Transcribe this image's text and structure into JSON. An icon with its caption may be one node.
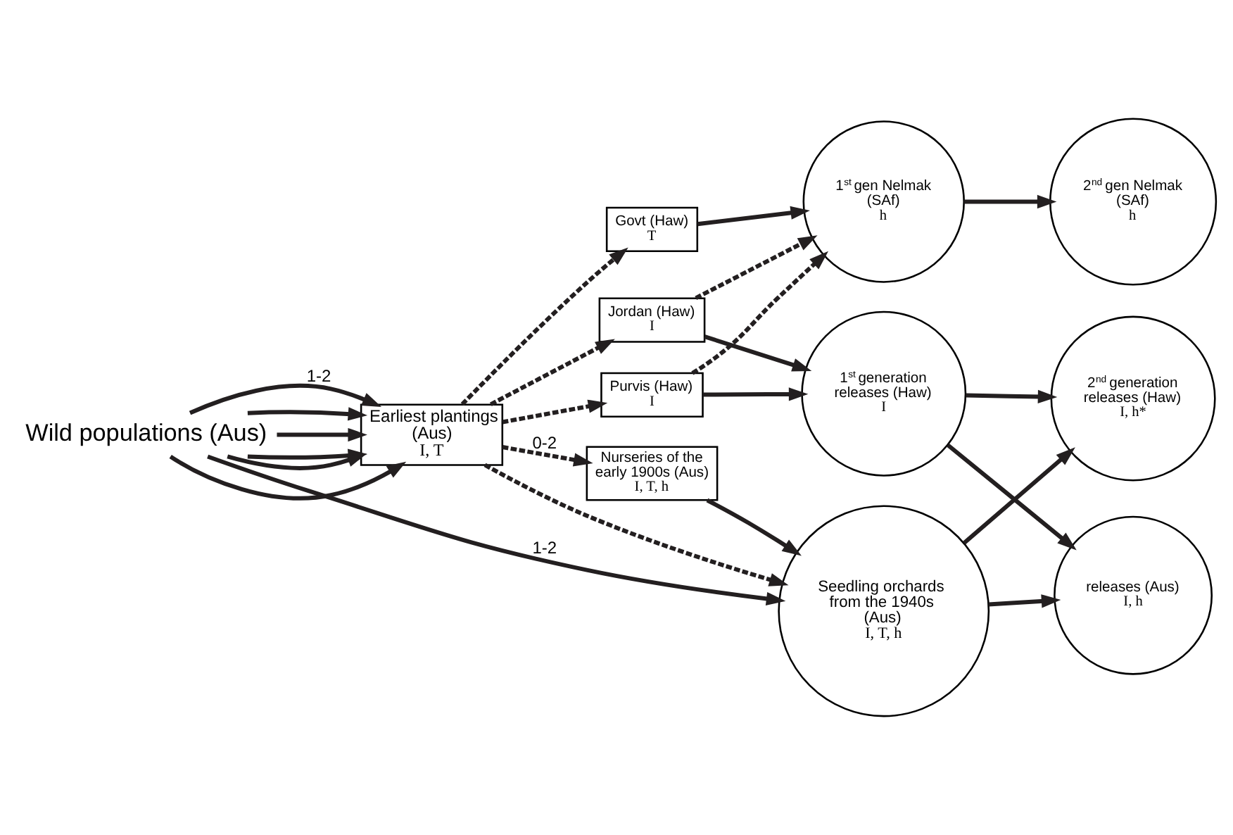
{
  "diagram": {
    "nodes": [
      {
        "text": [
          "Wild populations (Aus)"
        ]
      },
      {
        "text": [
          "Earliest plantings (Aus)",
          "I, T"
        ]
      },
      {
        "text": [
          "Nurseries of the early 1900s (Aus)",
          "I, T, h"
        ]
      },
      {
        "text": [
          "Seedling orchards from the 1940s (Aus)",
          "I, T, h"
        ]
      },
      {
        "text": [
          "releases (Aus)",
          "I, h"
        ]
      },
      {
        "text": [
          "Jordan (Haw)",
          "I"
        ]
      },
      {
        "text": [
          "Purvis (Haw)",
          "I"
        ]
      },
      {
        "text": [
          "Govt (Haw)",
          "T"
        ]
      },
      {
        "text": [
          "1$^{st}$ generation releases (Haw)",
          "I"
        ]
      },
      {
        "text": [
          "2$^{nd}$ generation releases (Haw)",
          "I, h*"
        ]
      },
      {
        "text": [
          "1$^{st}$ gen Nelmak (SAf)",
          "h"
        ]
      },
      {
        "text": [
          "2$^{nd}$ gen Nelmak (SAf)",
          "h"
        ]
      }
    ],
    "edges": [
      {
        "from": 0,
        "to": 1,
        "arrow": "to"
      },
      {
        "from": 0,
        "to": 1,
        "arrow": "to"
      },
      {
        "from": 0,
        "to": 1,
        "arrow": "to",
        "label": "1-2"
      },
      {
        "from": 0,
        "to": 1,
        "arrow": "to"
      },
      {
        "from": 0,
        "to": 1,
        "arrow": "to"
      },
      {
        "from": 0,
        "to": 1,
        "arrow": "to"
      },
      {
        "from": 1,
        "to": 2,
        "arrow": "to",
        "style": "dashed",
        "label": "0-2"
      },
      {
        "from": 2,
        "to": 3,
        "arrow": "to"
      },
      {
        "from": 1,
        "to": 3,
        "arrow": "to",
        "style": "dashed"
      },
      {
        "from": 0,
        "to": 3,
        "arrow": "to",
        "label": "1-2"
      },
      {
        "from": 3,
        "to": 4,
        "arrow": "to"
      },
      {
        "from": 3,
        "to": 9,
        "arrow": "to"
      },
      {
        "from": 1,
        "to": 5,
        "arrow": "to",
        "style": "dashed"
      },
      {
        "from": 1,
        "to": 6,
        "arrow": "to",
        "style": "dashed"
      },
      {
        "from": 1,
        "to": 7,
        "arrow": "to",
        "style": "dashed"
      },
      {
        "from": 5,
        "to": 8,
        "arrow": "to"
      },
      {
        "from": 6,
        "to": 8,
        "arrow": "to"
      },
      {
        "from": 5,
        "to": 10,
        "arrow": "to",
        "style": "dashed"
      },
      {
        "from": 6,
        "to": 10,
        "arrow": "to",
        "style": "dashed"
      },
      {
        "from": 7,
        "to": 10,
        "arrow": "to"
      },
      {
        "from": 8,
        "to": 9,
        "arrow": "to"
      },
      {
        "from": 8,
        "to": 4,
        "arrow": "to"
      },
      {
        "from": 10,
        "to": 11,
        "arrow": "to"
      }
    ]
  }
}
